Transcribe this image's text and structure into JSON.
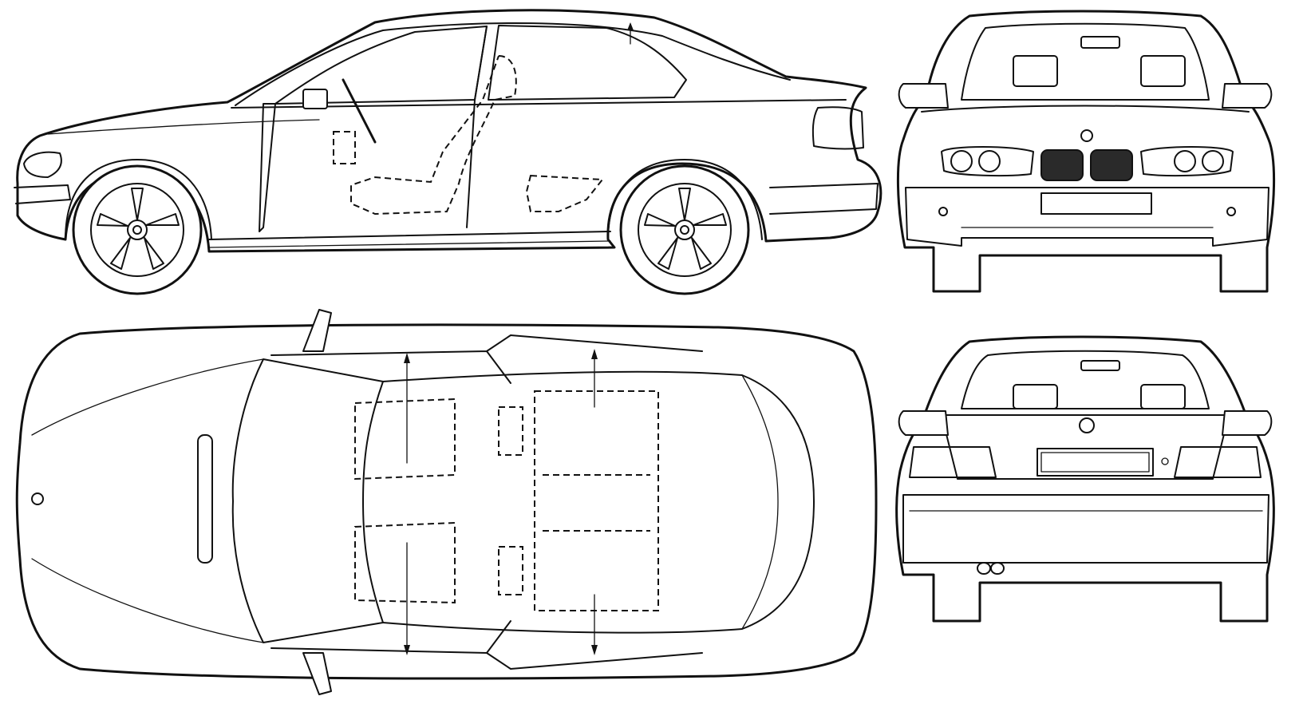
{
  "figure": {
    "views": [
      {
        "view": "side",
        "direction": "left-facing"
      },
      {
        "view": "front"
      },
      {
        "view": "top"
      },
      {
        "view": "rear"
      }
    ],
    "colors": {
      "line": "#111111",
      "background": "#ffffff"
    },
    "icons": [
      "roundel-badge-icon",
      "license-plate-icon",
      "mirror-icon",
      "wheel-icon",
      "seat-outline-icon",
      "dimension-arrow-icon"
    ]
  }
}
